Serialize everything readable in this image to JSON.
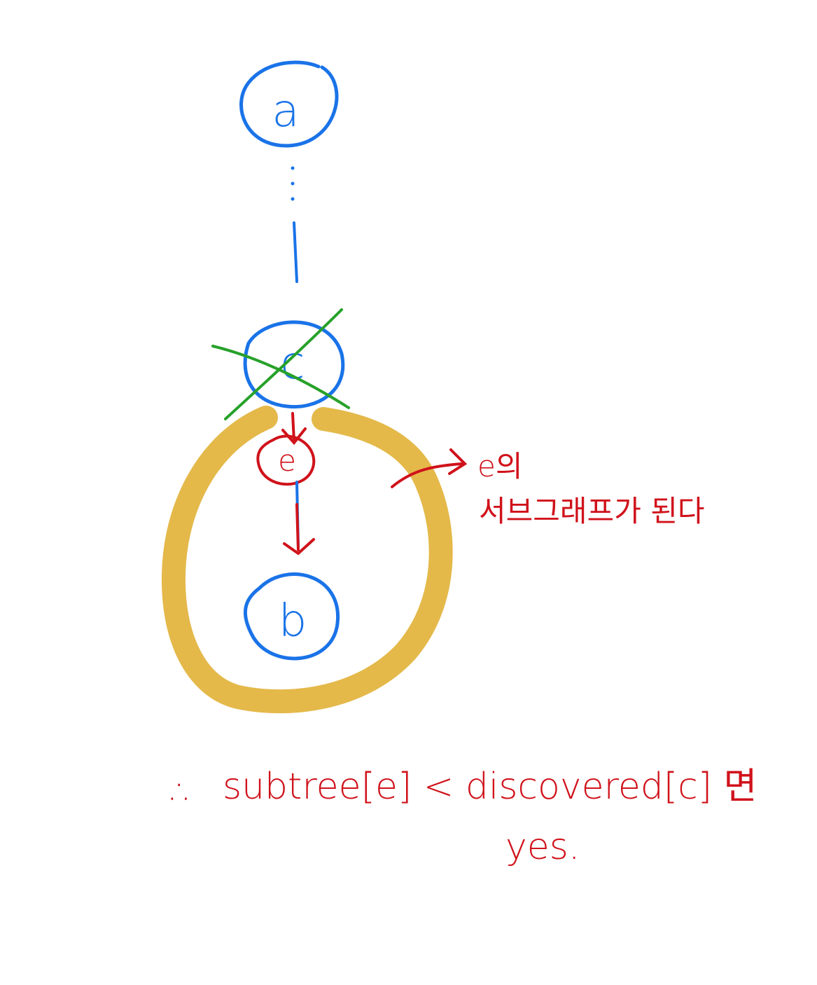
{
  "colors": {
    "tree": "#1a73e8",
    "annotation": "#d0121b",
    "strike": "#27a12a",
    "highlight": "#e2b33b"
  },
  "nodes": {
    "a": "a",
    "c": "c",
    "b": "b"
  },
  "edge_label": "e",
  "note": {
    "line1": "e의",
    "line2": "서브그래프가 된다"
  },
  "formula": {
    "therefore": "∴",
    "text": "subtree[e] < discovered[c] 면"
  },
  "conclusion": "yes."
}
